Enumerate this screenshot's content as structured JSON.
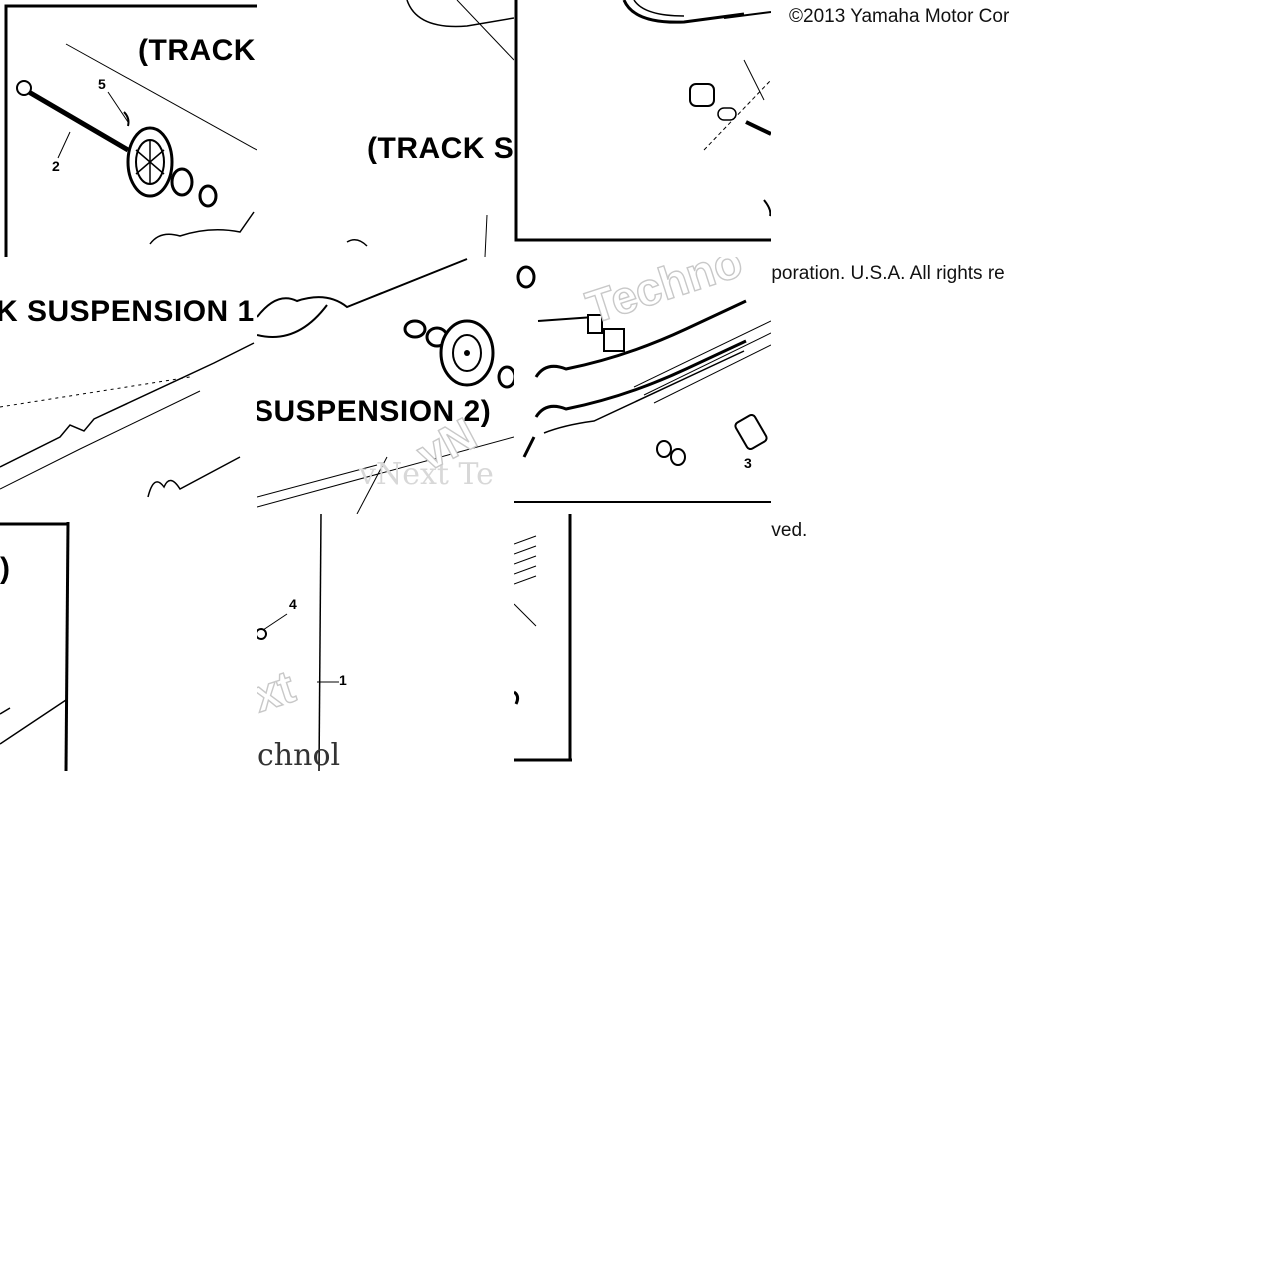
{
  "headers": {
    "track_suspension_top": "(TRACK",
    "track_suspension_mid": "(TRACK S",
    "suspension_1": "K SUSPENSION 1",
    "suspension_2": "SUSPENSION 2)",
    "paren_close": ")"
  },
  "callouts": {
    "c5": "5",
    "c2": "2",
    "c3": "3",
    "c4": "4",
    "c1": "1"
  },
  "copyright": {
    "line1": "©2013 Yamaha Motor Cor",
    "line2": "rporation. U.S.A. All rights re",
    "line3": "served."
  },
  "watermarks": {
    "w1": "Techno",
    "w2": "vNext Te",
    "w3": "vN",
    "w4": "xt",
    "w5": "chnol"
  },
  "colors": {
    "ink": "#000000",
    "watermark": "#c8c8c8",
    "background": "#ffffff"
  }
}
